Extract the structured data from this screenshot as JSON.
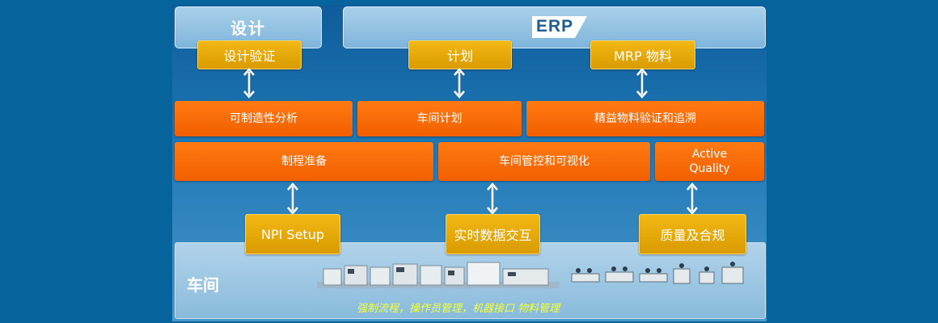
{
  "design": {
    "title": "设计",
    "verify": "设计验证"
  },
  "erp": {
    "logo_text": "ERP",
    "plan": "计划",
    "mrp": "MRP 物料"
  },
  "row1": [
    {
      "label": "可制造性分析"
    },
    {
      "label": "车间计划"
    },
    {
      "label": "精益物料验证和追溯"
    }
  ],
  "row2": [
    {
      "label": "制程准备"
    },
    {
      "label": "车间管控和可视化"
    },
    {
      "label": "Active\nQuality"
    }
  ],
  "bottom": {
    "npi": "NPI Setup",
    "realtime": "实时数据交互",
    "quality": "质量及合规"
  },
  "shop_floor": {
    "title": "车间",
    "caption": "强制流程，操作员管理，机器接口  物料管理"
  },
  "colors": {
    "background": "#06639c",
    "top_box": "#8fc0e2",
    "yellow": "#e7aa06",
    "orange": "#fa6a06",
    "caption": "#f2ff3a"
  },
  "icons": [
    "double-arrow-icon",
    "smt-line-machines-icon",
    "workstation-icon"
  ]
}
